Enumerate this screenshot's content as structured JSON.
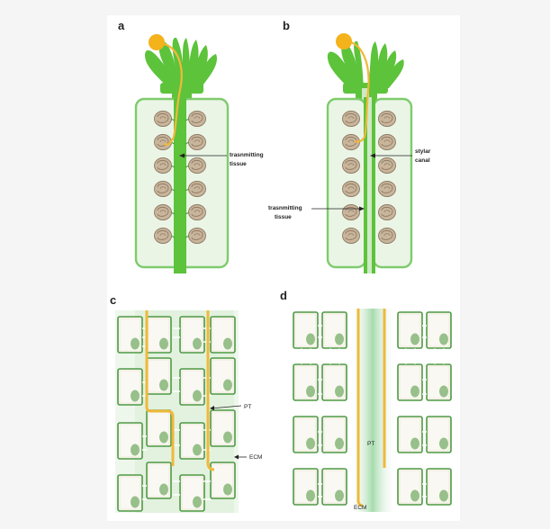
{
  "panels": {
    "a": {
      "label": "a",
      "annotation": [
        "trasnmitting",
        "tissue"
      ]
    },
    "b": {
      "label": "b",
      "annotation_top": [
        "stylar",
        "canal"
      ],
      "annotation_bottom": [
        "trasnmitting",
        "tissue"
      ]
    },
    "c": {
      "label": "c",
      "pt": "PT",
      "ecm": "ECM"
    },
    "d": {
      "label": "d",
      "pt": "PT",
      "ecm": "ECM"
    }
  },
  "colors": {
    "background": "#f5f5f5",
    "figure": "#ffffff",
    "stigma_green": "#5cc33b",
    "ovary_outline": "#7fcb6d",
    "ovary_fill": "#eaf5e6",
    "ovule": "#b9a38a",
    "pollen": "#f4b21b",
    "tube": "#f0b93a",
    "cell_wall": "#4e9a47",
    "cell_fill": "#f4f1e6",
    "nucleus": "#97c08a"
  }
}
